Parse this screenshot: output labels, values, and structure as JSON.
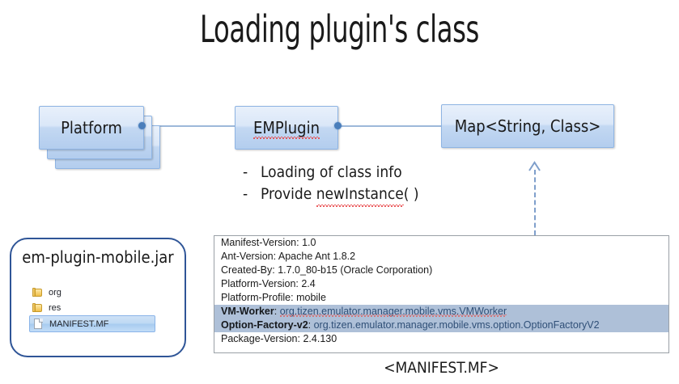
{
  "slide": {
    "title": "Loading plugin's class",
    "caption": "<MANIFEST.MF>"
  },
  "diagram": {
    "platform": {
      "label": "Platform",
      "stack_count": 3
    },
    "emplugin": {
      "label": "EMPlugin",
      "misspelled": true
    },
    "map": {
      "label": "Map<String, Class>"
    },
    "bullets": [
      {
        "dash": "-",
        "text_prefix": "Loading of class info",
        "underlined": "",
        "text_suffix": ""
      },
      {
        "dash": "-",
        "text_prefix": "Provide ",
        "underlined": "newInstance",
        "text_suffix": "( )"
      }
    ],
    "accent_color": "#4a7ebb",
    "connector_color": "#9db8da",
    "arrow_color": "#7f9fcb"
  },
  "jar": {
    "name": "em-plugin-mobile.jar",
    "border_color": "#2f5597",
    "files": [
      {
        "icon": "folder-icon",
        "name": "org",
        "selected": false
      },
      {
        "icon": "folder-icon",
        "name": "res",
        "selected": false
      },
      {
        "icon": "file-icon",
        "name": "MANIFEST.MF",
        "selected": true
      }
    ]
  },
  "manifest": {
    "highlight_color": "#aec0d8",
    "lines": [
      {
        "key": "Manifest-Version",
        "value": "1.0",
        "highlight": false,
        "squiggly": false
      },
      {
        "key": "Ant-Version",
        "value": "Apache Ant 1.8.2",
        "highlight": false,
        "squiggly": false
      },
      {
        "key": "Created-By",
        "value": "1.7.0_80-b15 (Oracle Corporation)",
        "highlight": false,
        "squiggly": false
      },
      {
        "key": "Platform-Version",
        "value": "2.4",
        "highlight": false,
        "squiggly": false
      },
      {
        "key": "Platform-Profile",
        "value": "mobile",
        "highlight": false,
        "squiggly": false
      },
      {
        "key": "VM-Worker",
        "value": "org.tizen.emulator.manager.mobile.vms.VMWorker",
        "highlight": true,
        "squiggly": true
      },
      {
        "key": "Option-Factory-v2",
        "value": "org.tizen.emulator.manager.mobile.vms.option.OptionFactoryV2",
        "highlight": true,
        "squiggly": false
      },
      {
        "key": "Package-Version",
        "value": "2.4.130",
        "highlight": false,
        "squiggly": false
      }
    ]
  }
}
